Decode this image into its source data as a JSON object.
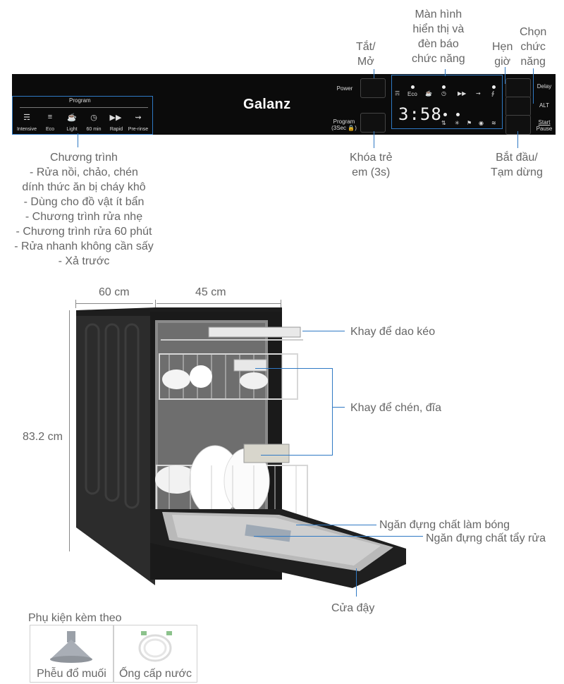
{
  "panel": {
    "brand": "Galanz",
    "program_title": "Program",
    "programs": [
      "Intensive",
      "Eco",
      "Light",
      "60 min",
      "Rapid",
      "Pre-rinse"
    ],
    "power_label": "Power",
    "program_button_label": "Program",
    "program_button_sub": "(3Sec 🔒)",
    "delay_label": "Delay",
    "alt_label": "ALT",
    "start_label": "Start",
    "pause_label": "Pause",
    "display_eco": "Eco",
    "display_time": "3:58"
  },
  "callouts": {
    "power": "Tắt/\nMở",
    "display": "Màn hình\nhiển thị và\nđèn báo\nchức năng",
    "delay": "Hẹn\ngiờ",
    "alt": "Chọn\nchức\nnăng",
    "child_lock": "Khóa trẻ\nem (3s)",
    "start_pause": "Bắt đầu/\nTạm dừng",
    "programs": "Chương trình\n- Rửa nồi, chảo, chén\ndính thức ăn bị cháy khô\n- Dùng cho đồ vật ít bẩn\n- Chương trình rửa nhẹ\n- Chương trình rửa 60 phút\n- Rửa nhanh không cần sấy\n- Xả trước"
  },
  "dimensions": {
    "depth": "60 cm",
    "width": "45 cm",
    "height": "83.2 cm"
  },
  "parts": {
    "cutlery_tray": "Khay để dao kéo",
    "dish_racks": "Khay để chén, đĩa",
    "rinse_aid": "Ngăn đựng chất làm bóng",
    "detergent": "Ngăn đựng chất tẩy rửa",
    "door": "Cửa đậy"
  },
  "accessories": {
    "title": "Phụ kiện kèm theo",
    "items": [
      "Phễu đổ muối",
      "Ống cấp nước"
    ]
  },
  "colors": {
    "accent": "#2f79c4",
    "panel": "#0b0b0b",
    "body": "#2a2a2a",
    "steel": "#c9c9c9"
  }
}
